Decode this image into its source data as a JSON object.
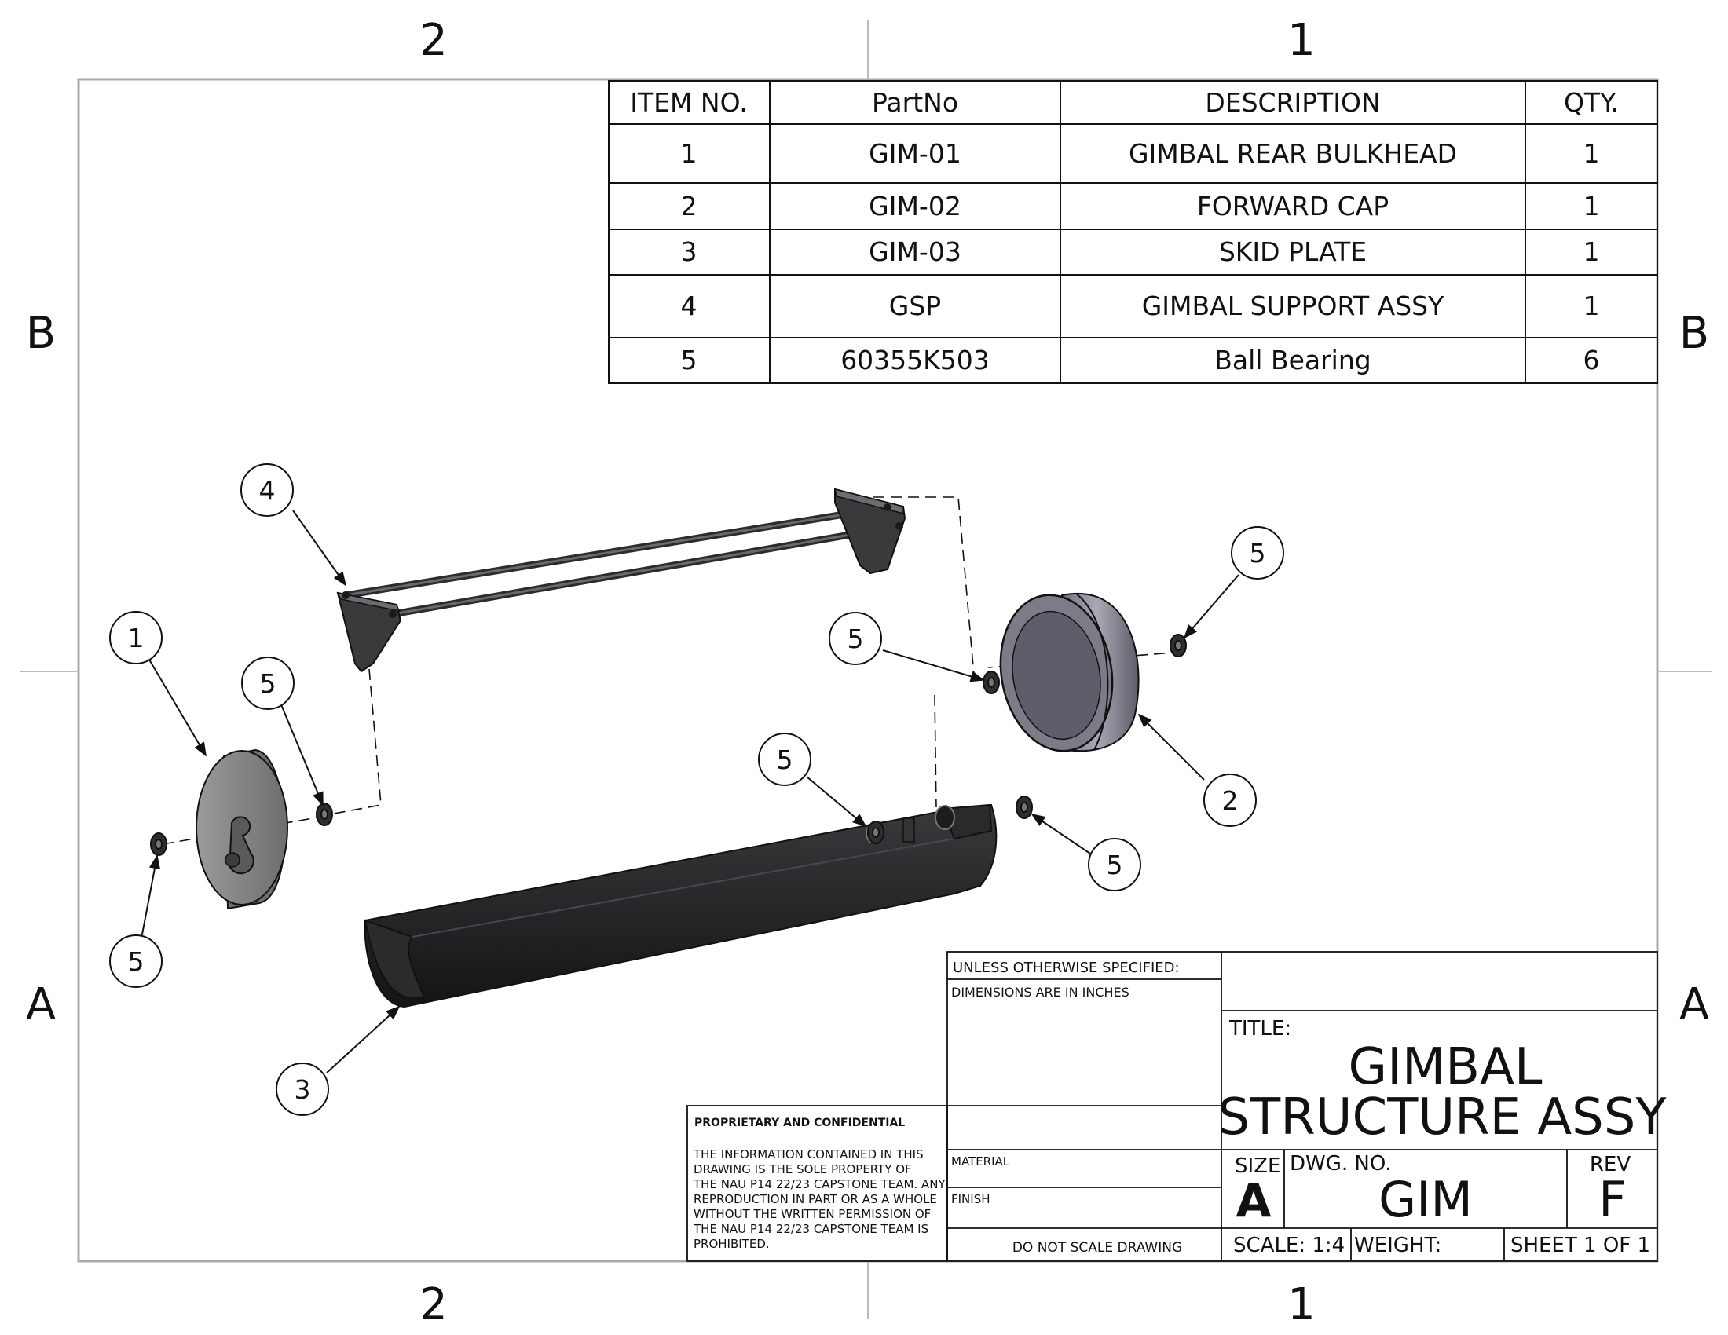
{
  "zones": {
    "cols_top": [
      "2",
      "1"
    ],
    "cols_bottom": [
      "2",
      "1"
    ],
    "rows_left": [
      "B",
      "A"
    ],
    "rows_right": [
      "B",
      "A"
    ]
  },
  "bom": {
    "headers": [
      "ITEM NO.",
      "PartNo",
      "DESCRIPTION",
      "QTY."
    ],
    "rows": [
      {
        "item": "1",
        "part": "GIM-01",
        "desc": "GIMBAL REAR BULKHEAD",
        "qty": "1"
      },
      {
        "item": "2",
        "part": "GIM-02",
        "desc": "FORWARD CAP",
        "qty": "1"
      },
      {
        "item": "3",
        "part": "GIM-03",
        "desc": "SKID PLATE",
        "qty": "1"
      },
      {
        "item": "4",
        "part": "GSP",
        "desc": "GIMBAL SUPPORT ASSY",
        "qty": "1"
      },
      {
        "item": "5",
        "part": "60355K503",
        "desc": "Ball Bearing",
        "qty": "6"
      }
    ]
  },
  "balloons": [
    "4",
    "1",
    "5",
    "5",
    "5",
    "5",
    "2",
    "5",
    "5",
    "3"
  ],
  "title_block": {
    "unless": "UNLESS OTHERWISE SPECIFIED:",
    "dimensions": "DIMENSIONS ARE IN INCHES",
    "proprietary_title": "PROPRIETARY AND CONFIDENTIAL",
    "proprietary_lines": [
      "THE INFORMATION CONTAINED IN THIS",
      "DRAWING IS THE SOLE PROPERTY OF",
      "THE NAU P14 22/23 CAPSTONE TEAM.  ANY",
      "REPRODUCTION IN PART OR AS A WHOLE",
      "WITHOUT THE WRITTEN PERMISSION OF",
      "THE NAU P14 22/23 CAPSTONE TEAM IS",
      "PROHIBITED."
    ],
    "material_label": "MATERIAL",
    "finish_label": "FINISH",
    "do_not_scale": "DO NOT SCALE DRAWING",
    "title_label": "TITLE:",
    "title_line1": "GIMBAL",
    "title_line2": "STRUCTURE ASSY",
    "size_label": "SIZE",
    "size_value": "A",
    "dwg_label": "DWG.  NO.",
    "dwg_value": "GIM",
    "rev_label": "REV",
    "rev_value": "F",
    "scale": "SCALE: 1:4",
    "weight": "WEIGHT:",
    "sheet": "SHEET 1 OF 1"
  },
  "colors": {
    "line": "#111111",
    "frame": "#aaaaaa",
    "part_dark": "#2a2a2c",
    "part_gray": "#8a8a8c",
    "part_light": "#9fa0aa"
  }
}
